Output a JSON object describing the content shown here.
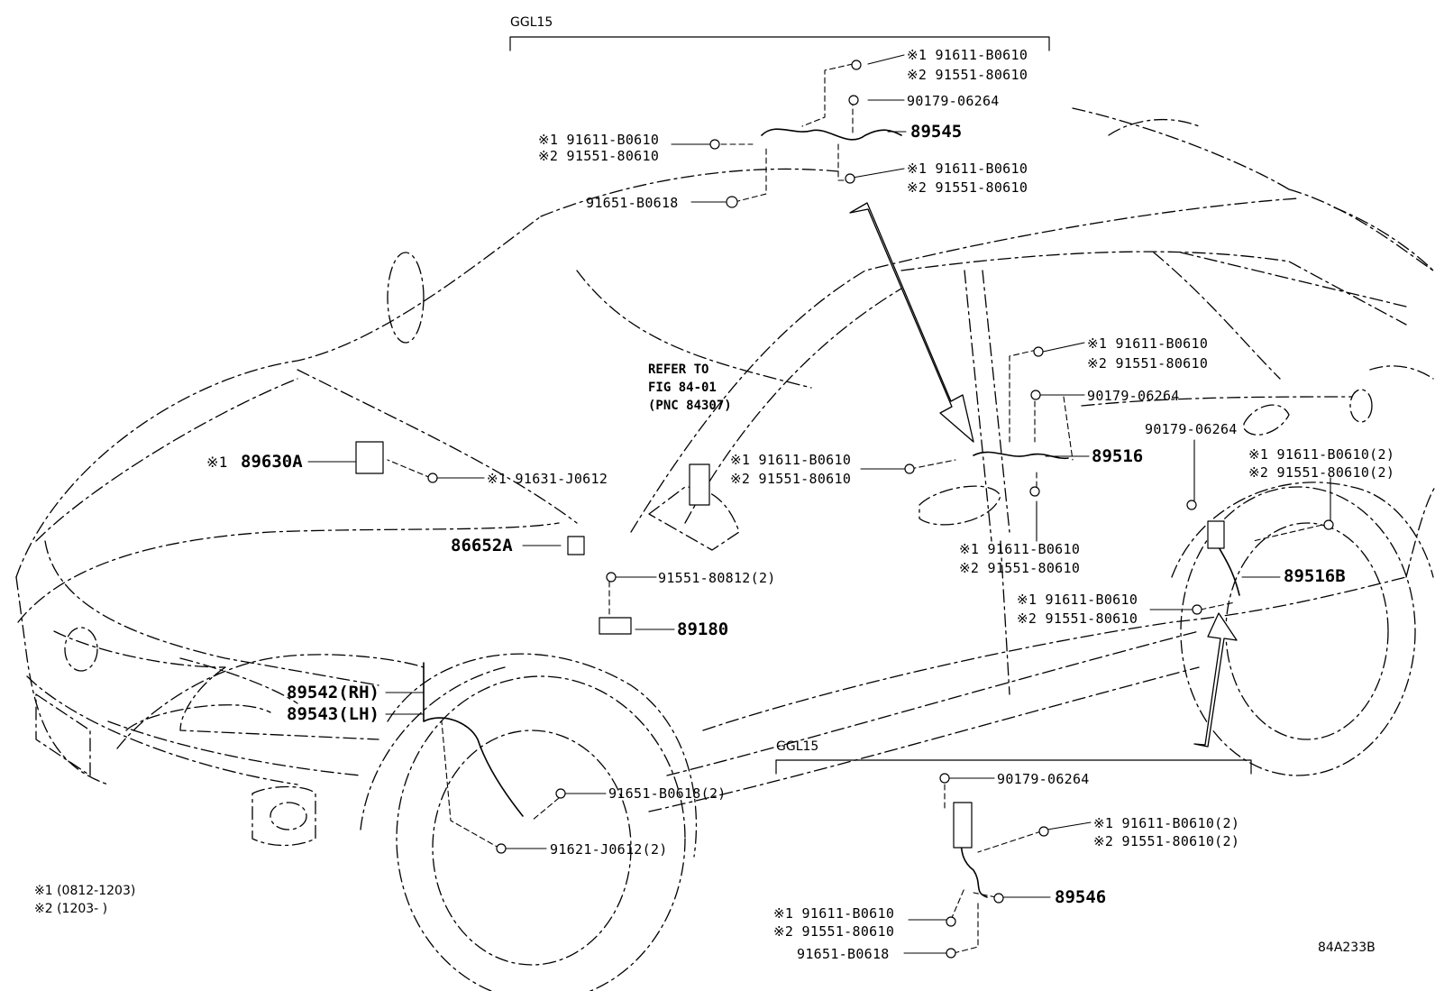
{
  "diagram_code": "84A233B",
  "groups": {
    "top": "GGL15",
    "bottom": "GGL15"
  },
  "legend": {
    "l1": "※1 (0812-1203)",
    "l2": "※2 (1203-       )"
  },
  "refer": {
    "line1": "REFER TO",
    "line2": "FIG 84-01",
    "line3": "(PNC 84307)"
  },
  "parts": {
    "p89545": "89545",
    "p89516": "89516",
    "p89516b": "89516B",
    "p89630a_mark": "※1",
    "p89630a": "89630A",
    "p86652a": "86652A",
    "p89180": "89180",
    "p89542": "89542(RH)",
    "p89543": "89543(LH)",
    "p89546": "89546"
  },
  "fasteners": {
    "t1a": "※1 91611-B0610",
    "t1b": "※2 91551-80610",
    "t2": "90179-06264",
    "t3a": "※1 91611-B0610",
    "t3b": "※2 91551-80610",
    "t4a": "※1 91611-B0610",
    "t4b": "※2 91551-80610",
    "t5": "91651-B0618",
    "m1a": "※1 91611-B0610",
    "m1b": "※2 91551-80610",
    "m2": "90179-06264",
    "m3a": "※1 91611-B0610",
    "m3b": "※2 91551-80610",
    "m4a": "※1 91611-B0610",
    "m4b": "※2 91551-80610",
    "r1": "90179-06264",
    "r2a": "※1 91611-B0610(2)",
    "r2b": "※2 91551-80610(2)",
    "r3a": "※1 91611-B0610",
    "r3b": "※2 91551-80610",
    "f1": "※1 91631-J0612",
    "f2": "91551-80812(2)",
    "f3": "91651-B0618(2)",
    "f4": "91621-J0612(2)",
    "b1": "90179-06264",
    "b2a": "※1 91611-B0610(2)",
    "b2b": "※2 91551-80610(2)",
    "b3a": "※1 91611-B0610",
    "b3b": "※2 91551-80610",
    "b4": "91651-B0618"
  }
}
